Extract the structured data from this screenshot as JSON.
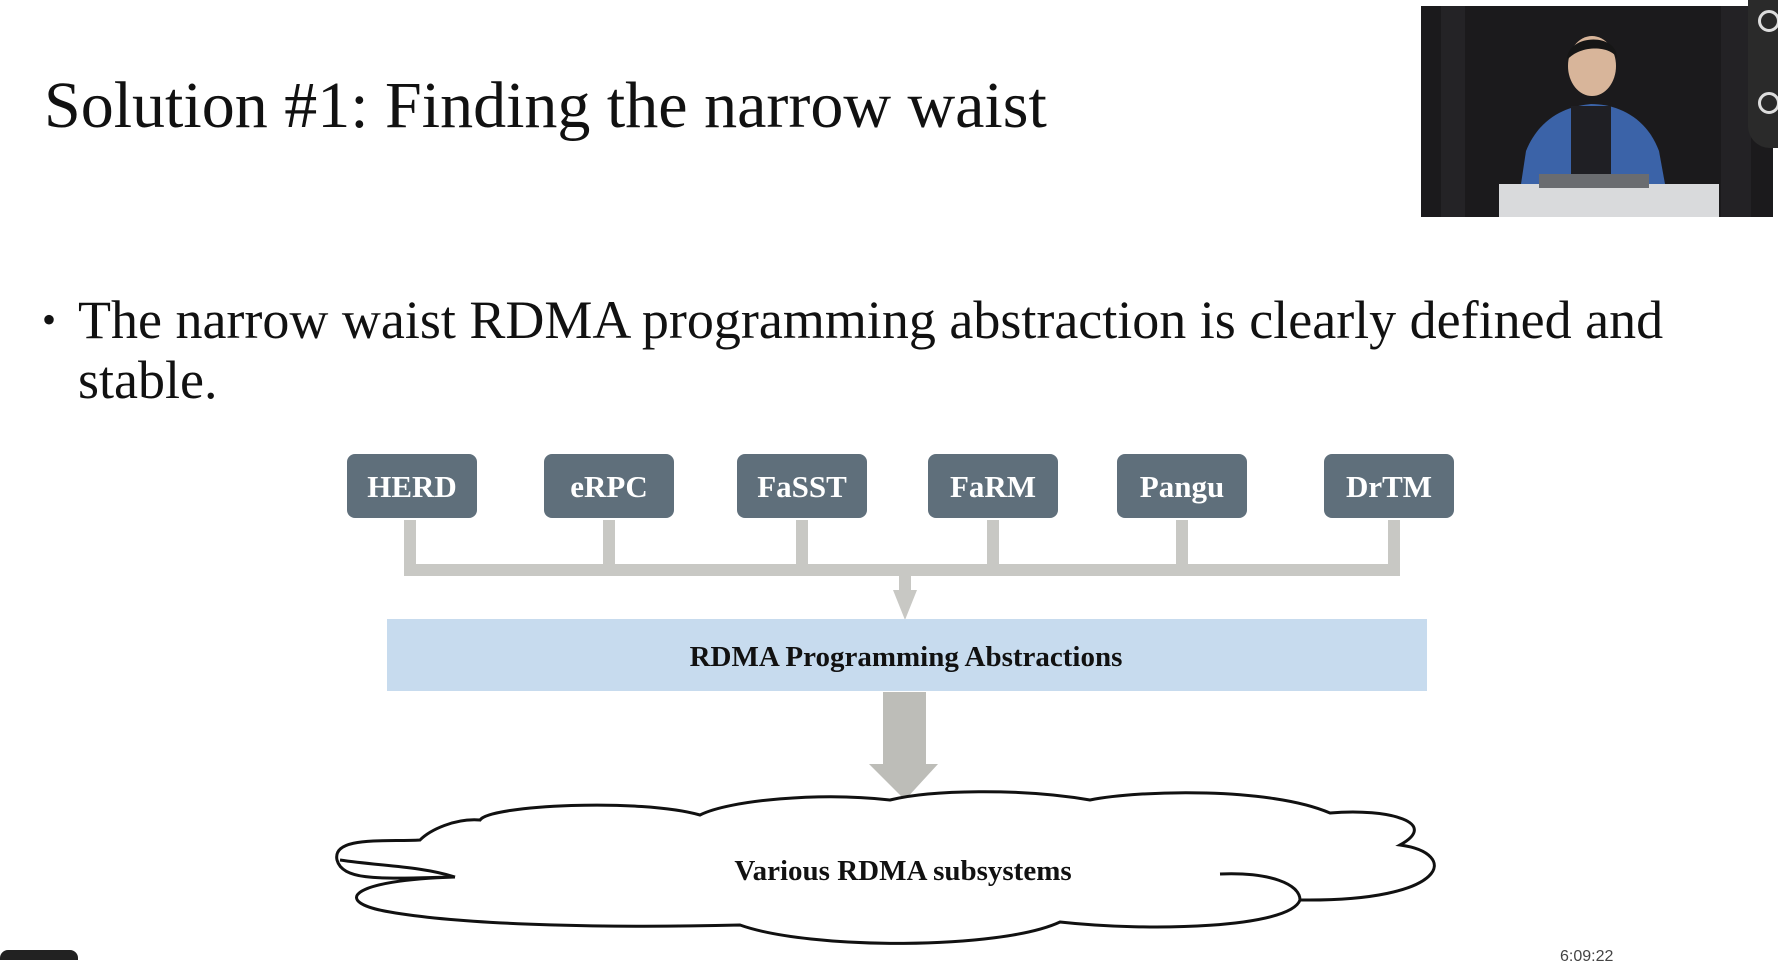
{
  "slide": {
    "title": "Solution #1: Finding the narrow waist",
    "bullet": "The narrow waist RDMA programming abstraction is clearly defined and stable."
  },
  "diagram": {
    "systems": [
      "HERD",
      "eRPC",
      "FaSST",
      "FaRM",
      "Pangu",
      "DrTM"
    ],
    "abstraction_label": "RDMA Programming Abstractions",
    "subsystems_label": "Various RDMA subsystems"
  },
  "overlay": {
    "timestamp": "6:09:22"
  },
  "colors": {
    "node_fill": "#5f6f7b",
    "connector": "#c8c8c4",
    "band_fill": "#c7dbee",
    "arrow": "#bdbdb8"
  }
}
